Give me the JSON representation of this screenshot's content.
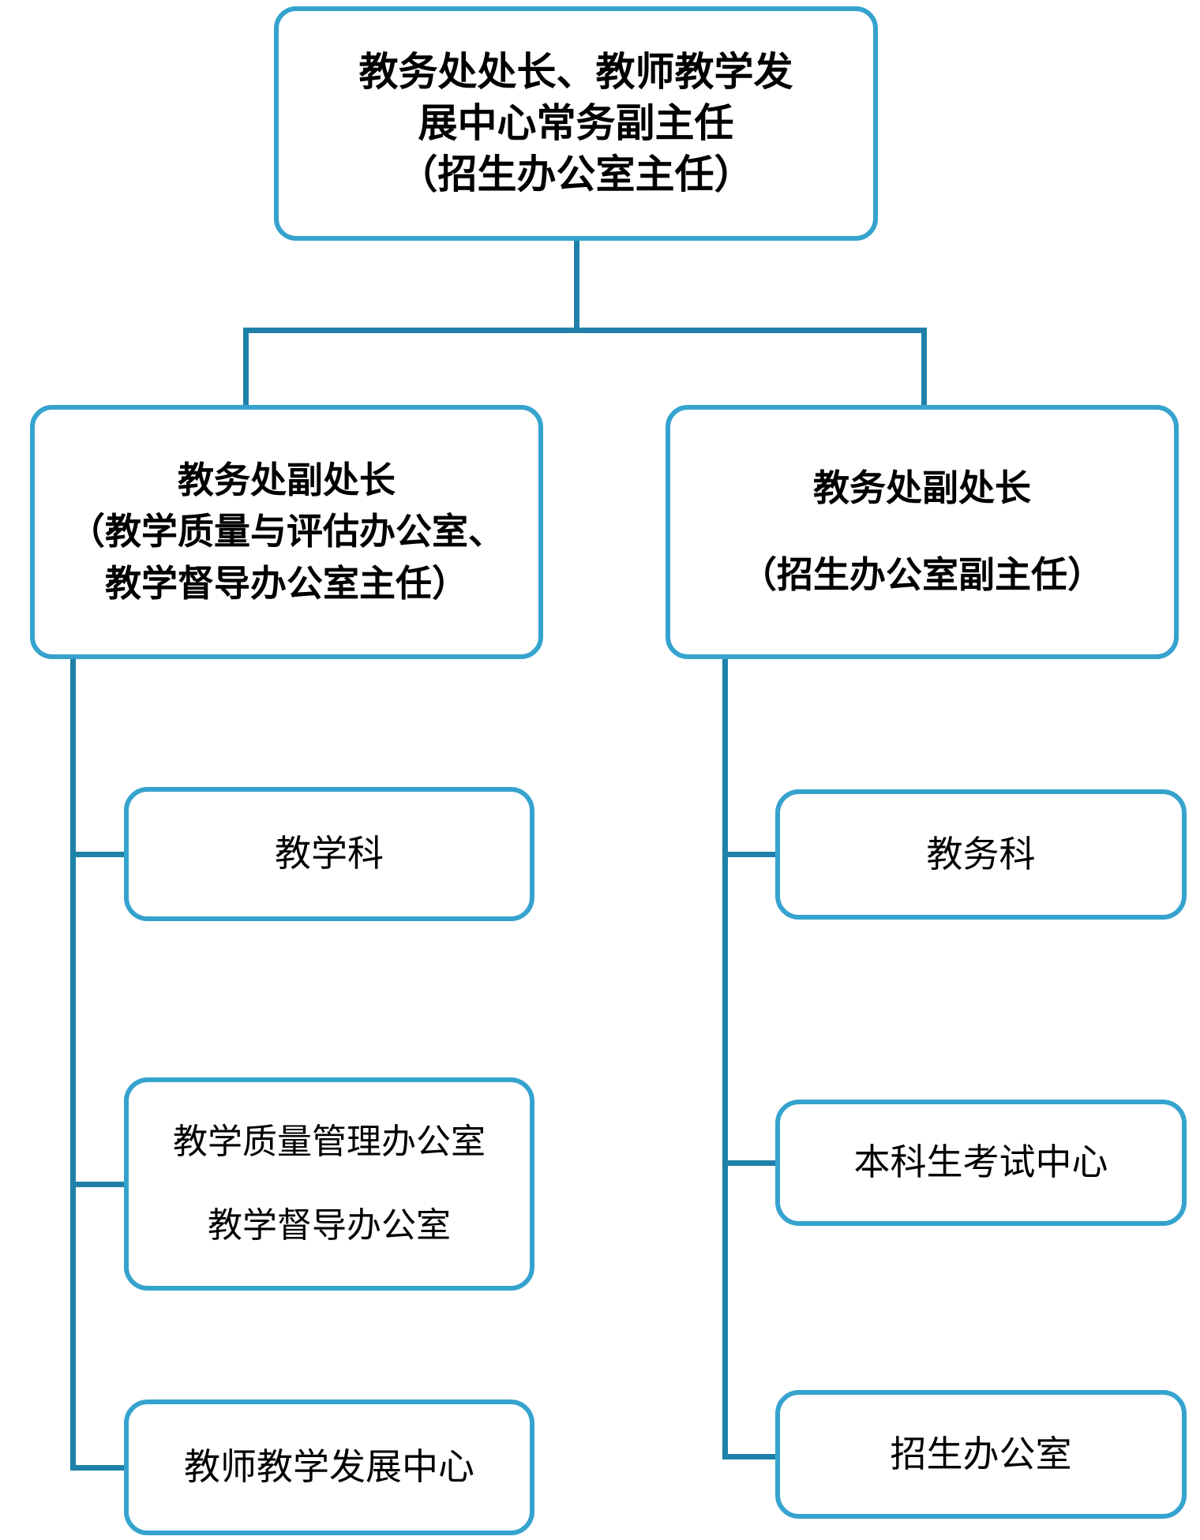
{
  "diagram": {
    "type": "org-chart",
    "colors": {
      "box_border": "#35a3ce",
      "connector": "#1f81a9",
      "background": "#ffffff",
      "text": "#000000"
    },
    "root": {
      "lines": [
        "教务处处长、教师教学发",
        "展中心常务副主任",
        "（招生办公室主任）"
      ]
    },
    "level2_left": {
      "lines": [
        "教务处副处长",
        "（教学质量与评估办公室、",
        "教学督导办公室主任）"
      ]
    },
    "level2_right": {
      "lines": [
        "教务处副处长",
        "（招生办公室副主任）"
      ]
    },
    "left_children": [
      {
        "lines": [
          "教学科"
        ]
      },
      {
        "lines": [
          "教学质量管理办公室",
          "教学督导办公室"
        ]
      },
      {
        "lines": [
          "教师教学发展中心"
        ]
      }
    ],
    "right_children": [
      {
        "lines": [
          "教务科"
        ]
      },
      {
        "lines": [
          "本科生考试中心"
        ]
      },
      {
        "lines": [
          "招生办公室"
        ]
      }
    ]
  }
}
